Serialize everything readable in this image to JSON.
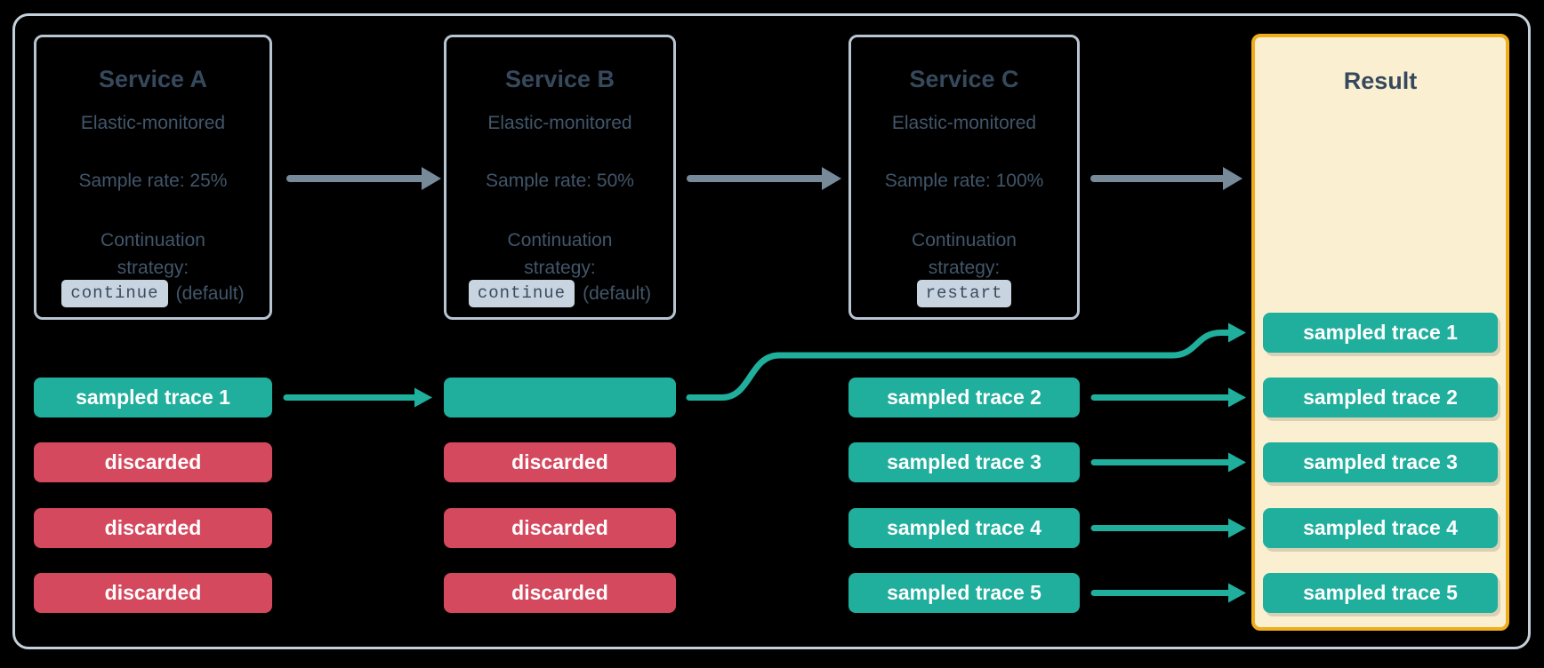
{
  "services": [
    {
      "title": "Service A",
      "monitored": "Elastic-monitored",
      "sample_rate": "Sample rate: 25%",
      "continuation_line1": "Continuation",
      "continuation_line2": "strategy:",
      "chip": "continue",
      "chip_suffix": "(default)"
    },
    {
      "title": "Service B",
      "monitored": "Elastic-monitored",
      "sample_rate": "Sample rate: 50%",
      "continuation_line1": "Continuation",
      "continuation_line2": "strategy:",
      "chip": "continue",
      "chip_suffix": "(default)"
    },
    {
      "title": "Service C",
      "monitored": "Elastic-monitored",
      "sample_rate": "Sample rate: 100%",
      "continuation_line1": "Continuation",
      "continuation_line2": "strategy:",
      "chip": "restart",
      "chip_suffix": ""
    }
  ],
  "result": {
    "title": "Result",
    "pills": [
      "sampled trace 1",
      "sampled trace 2",
      "sampled trace 3",
      "sampled trace 4",
      "sampled trace 5"
    ]
  },
  "lanes": {
    "a": [
      {
        "label": "sampled trace 1",
        "type": "sampled"
      },
      {
        "label": "discarded",
        "type": "discarded"
      },
      {
        "label": "discarded",
        "type": "discarded"
      },
      {
        "label": "discarded",
        "type": "discarded"
      }
    ],
    "b": [
      {
        "label": "",
        "type": "sampled"
      },
      {
        "label": "discarded",
        "type": "discarded"
      },
      {
        "label": "discarded",
        "type": "discarded"
      },
      {
        "label": "discarded",
        "type": "discarded"
      }
    ],
    "c": [
      {
        "label": "sampled trace 2",
        "type": "sampled"
      },
      {
        "label": "sampled trace 3",
        "type": "sampled"
      },
      {
        "label": "sampled trace 4",
        "type": "sampled"
      },
      {
        "label": "sampled trace 5",
        "type": "sampled"
      }
    ]
  },
  "colors": {
    "background": "#000000",
    "frame_border": "#C4D0DA",
    "box_border": "#B7C4D1",
    "slate_title": "#36495C",
    "slate_body": "#42566A",
    "chip_bg": "#C8D4E0",
    "chip_text": "#3A4C5E",
    "teal": "#20AE9D",
    "red": "#D4495E",
    "yellow_bg": "#FAF0D1",
    "yellow_border": "#F0AE1D",
    "gray_arrow": "#778A99",
    "pill_text": "#FFFFFF"
  }
}
